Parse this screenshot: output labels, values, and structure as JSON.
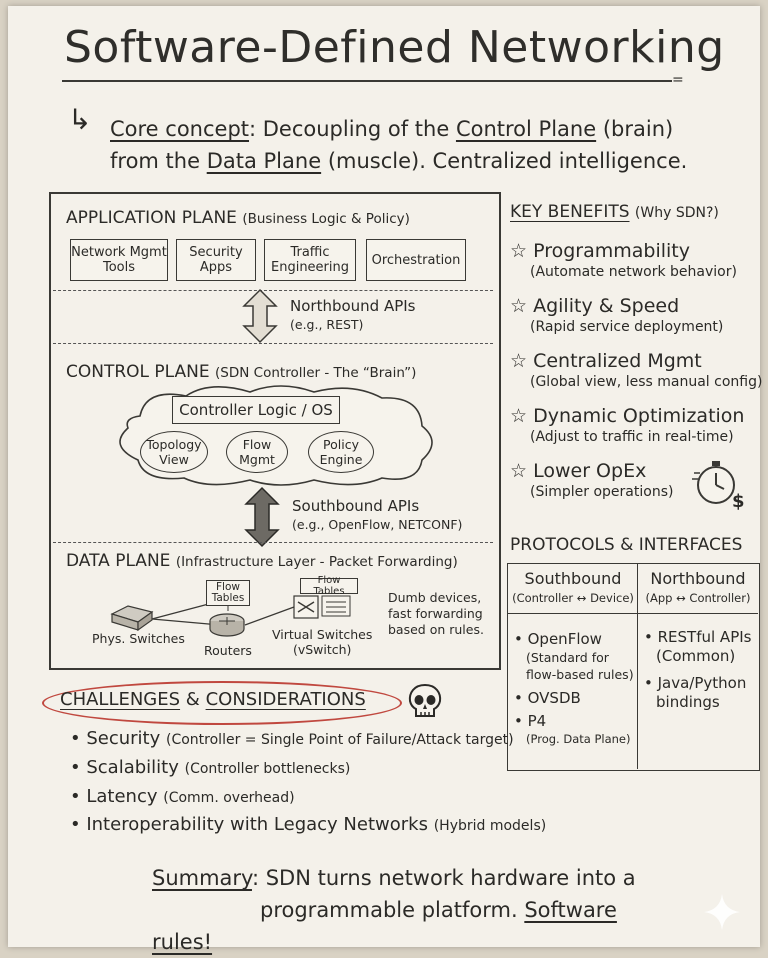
{
  "title": "Software-Defined Networking",
  "core": {
    "label": "Core concept",
    "line1_rest": ": Decoupling of the",
    "control_plane": "Control Plane",
    "brain": "(brain)",
    "line2_from": "from the",
    "data_plane": "Data Plane",
    "line2_rest": "(muscle). Centralized intelligence."
  },
  "application_plane": {
    "title": "APPLICATION PLANE",
    "subtitle": "(Business Logic & Policy)",
    "boxes": [
      "Network Mgmt Tools",
      "Security Apps",
      "Traffic Engineering",
      "Orchestration"
    ]
  },
  "northbound_api": {
    "label": "Northbound APIs",
    "example": "(e.g., REST)"
  },
  "control_plane": {
    "title": "CONTROL PLANE",
    "subtitle": "(SDN Controller - The “Brain”)",
    "logic": "Controller Logic / OS",
    "modules": [
      "Topology View",
      "Flow Mgmt",
      "Policy Engine"
    ]
  },
  "southbound_api": {
    "label": "Southbound APIs",
    "example": "(e.g., OpenFlow, NETCONF)"
  },
  "data_plane": {
    "title": "DATA PLANE",
    "subtitle": "(Infrastructure Layer - Packet Forwarding)",
    "flow_tables_1": "Flow Tables",
    "flow_tables_2": "Flow Tables",
    "phys_switches": "Phys. Switches",
    "routers": "Routers",
    "virtual_switches": "Virtual Switches",
    "vswitch": "(vSwitch)",
    "note": [
      "Dumb devices,",
      "fast forwarding",
      "based on rules."
    ]
  },
  "benefits": {
    "title": "KEY BENEFITS",
    "subtitle": "(Why SDN?)",
    "items": [
      {
        "name": "Programmability",
        "desc": "(Automate network behavior)"
      },
      {
        "name": "Agility & Speed",
        "desc": "(Rapid service deployment)"
      },
      {
        "name": "Centralized Mgmt",
        "desc": "(Global view, less manual config)"
      },
      {
        "name": "Dynamic Optimization",
        "desc": "(Adjust to traffic in real-time)"
      },
      {
        "name": "Lower OpEx",
        "desc": "(Simpler operations)"
      }
    ]
  },
  "protocols": {
    "title": "PROTOCOLS & INTERFACES",
    "southbound": {
      "header": "Southbound",
      "sub": "(Controller ↔ Device)",
      "items": [
        {
          "name": "OpenFlow",
          "desc": [
            "(Standard for",
            "flow-based rules)"
          ]
        },
        {
          "name": "OVSDB",
          "desc": []
        },
        {
          "name": "P4",
          "desc": [
            "(Prog. Data Plane)"
          ]
        }
      ]
    },
    "northbound": {
      "header": "Northbound",
      "sub": "(App ↔ Controller)",
      "items": [
        {
          "name": "RESTful APIs",
          "desc": [
            "(Common)"
          ]
        },
        {
          "name": "Java/Python",
          "desc": [
            "bindings"
          ]
        }
      ]
    }
  },
  "challenges": {
    "title_a": "CHALLENGES",
    "amp": "&",
    "title_b": "CONSIDERATIONS",
    "items": [
      {
        "name": "Security",
        "desc": "(Controller = Single Point of Failure/Attack target)"
      },
      {
        "name": "Scalability",
        "desc": "(Controller bottlenecks)"
      },
      {
        "name": "Latency",
        "desc": "(Comm. overhead)"
      },
      {
        "name": "Interoperability with Legacy Networks",
        "desc": "(Hybrid models)"
      }
    ]
  },
  "summary": {
    "label": "Summary",
    "text1": ": SDN turns network hardware into a",
    "text2": "programmable platform.",
    "emph": "Software rules!"
  },
  "icons": {
    "core_arrow": "curved-arrow-icon",
    "benefit_bullet": "star-icon",
    "skull": "skull-icon",
    "stopwatch": "stopwatch-dollar-icon",
    "sparkle": "sparkle-icon"
  }
}
